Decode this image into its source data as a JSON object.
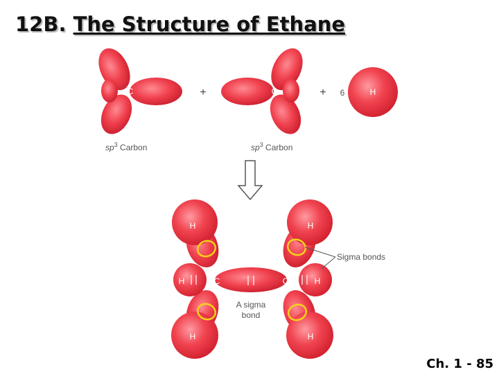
{
  "title": {
    "prefix": "12B.",
    "subject": "The Structure of Ethane"
  },
  "footer": "Ch. 1 - 85",
  "diagram": {
    "atom_carbon": "C",
    "atom_hydrogen": "H",
    "plus": "+",
    "hydrogen_count": "6",
    "sp3_prefix": "sp",
    "sp3_superscript": "3",
    "sp3_suffix": " Carbon",
    "sigma_bonds_label": "Sigma bonds",
    "a_sigma_bond_line1": "A sigma",
    "a_sigma_bond_line2": "bond",
    "lobe_color": "#ee3a48",
    "highlight_color": "#f3d21a"
  }
}
